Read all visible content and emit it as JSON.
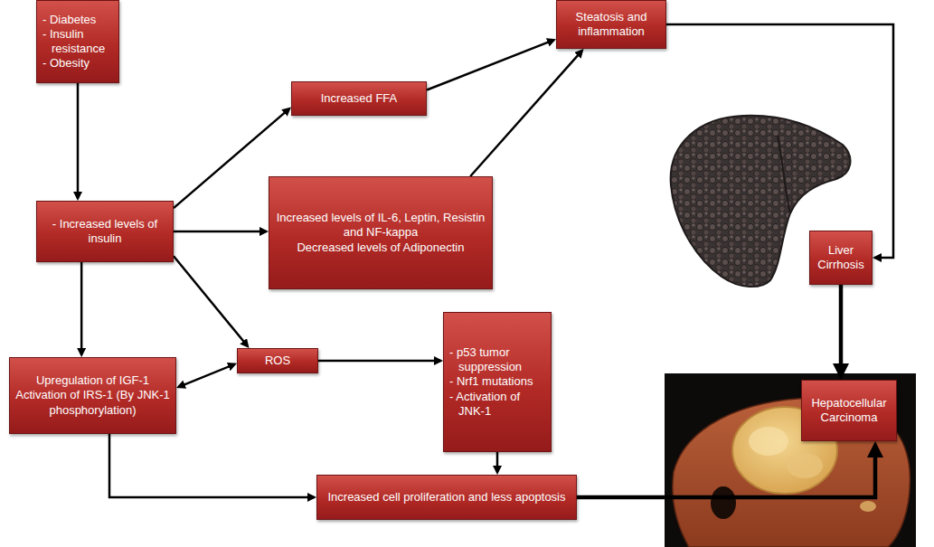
{
  "diagram": {
    "nodes": [
      {
        "text": [
          "- Diabetes",
          "- Insulin resistance",
          "- Obesity"
        ]
      },
      {
        "text": [
          "Increased FFA"
        ]
      },
      {
        "text": [
          "Steatosis and inflammation"
        ]
      },
      {
        "text": [
          "- Increased levels of insulin"
        ]
      },
      {
        "text": [
          "Increased levels of IL-6, Leptin, Resistin and NF-kappa",
          "Decreased levels of Adiponectin"
        ]
      },
      {
        "text": [
          "Liver Cirrhosis"
        ]
      },
      {
        "text": [
          "ROS"
        ]
      },
      {
        "text": [
          "- p53 tumor suppression",
          "- Nrf1 mutations",
          "- Activation of JNK-1"
        ]
      },
      {
        "text": [
          "Upregulation of IGF-1",
          "Activation of IRS-1 (By JNK-1 phosphorylation)"
        ]
      },
      {
        "text": [
          "Increased cell proliferation and less apoptosis"
        ]
      },
      {
        "text": [
          "Hepatocellular Carcinoma"
        ]
      }
    ],
    "edges": [
      {
        "from": 0,
        "to": 3,
        "arrow": "to"
      },
      {
        "from": 3,
        "to": 1,
        "arrow": "to"
      },
      {
        "from": 3,
        "to": 4,
        "arrow": "to"
      },
      {
        "from": 3,
        "to": 8,
        "arrow": "to"
      },
      {
        "from": 3,
        "to": 6,
        "arrow": "to"
      },
      {
        "from": 1,
        "to": 2,
        "arrow": "to"
      },
      {
        "from": 4,
        "to": 2,
        "arrow": "to"
      },
      {
        "from": 2,
        "to": 5,
        "arrow": "to"
      },
      {
        "from": 5,
        "to": 10,
        "arrow": "to"
      },
      {
        "from": 6,
        "to": 7,
        "arrow": "to"
      },
      {
        "from": 8,
        "to": 6,
        "arrow": "both"
      },
      {
        "from": 7,
        "to": 9,
        "arrow": "to"
      },
      {
        "from": 8,
        "to": 9,
        "arrow": "to"
      },
      {
        "from": 9,
        "to": 10,
        "arrow": "to"
      }
    ]
  }
}
